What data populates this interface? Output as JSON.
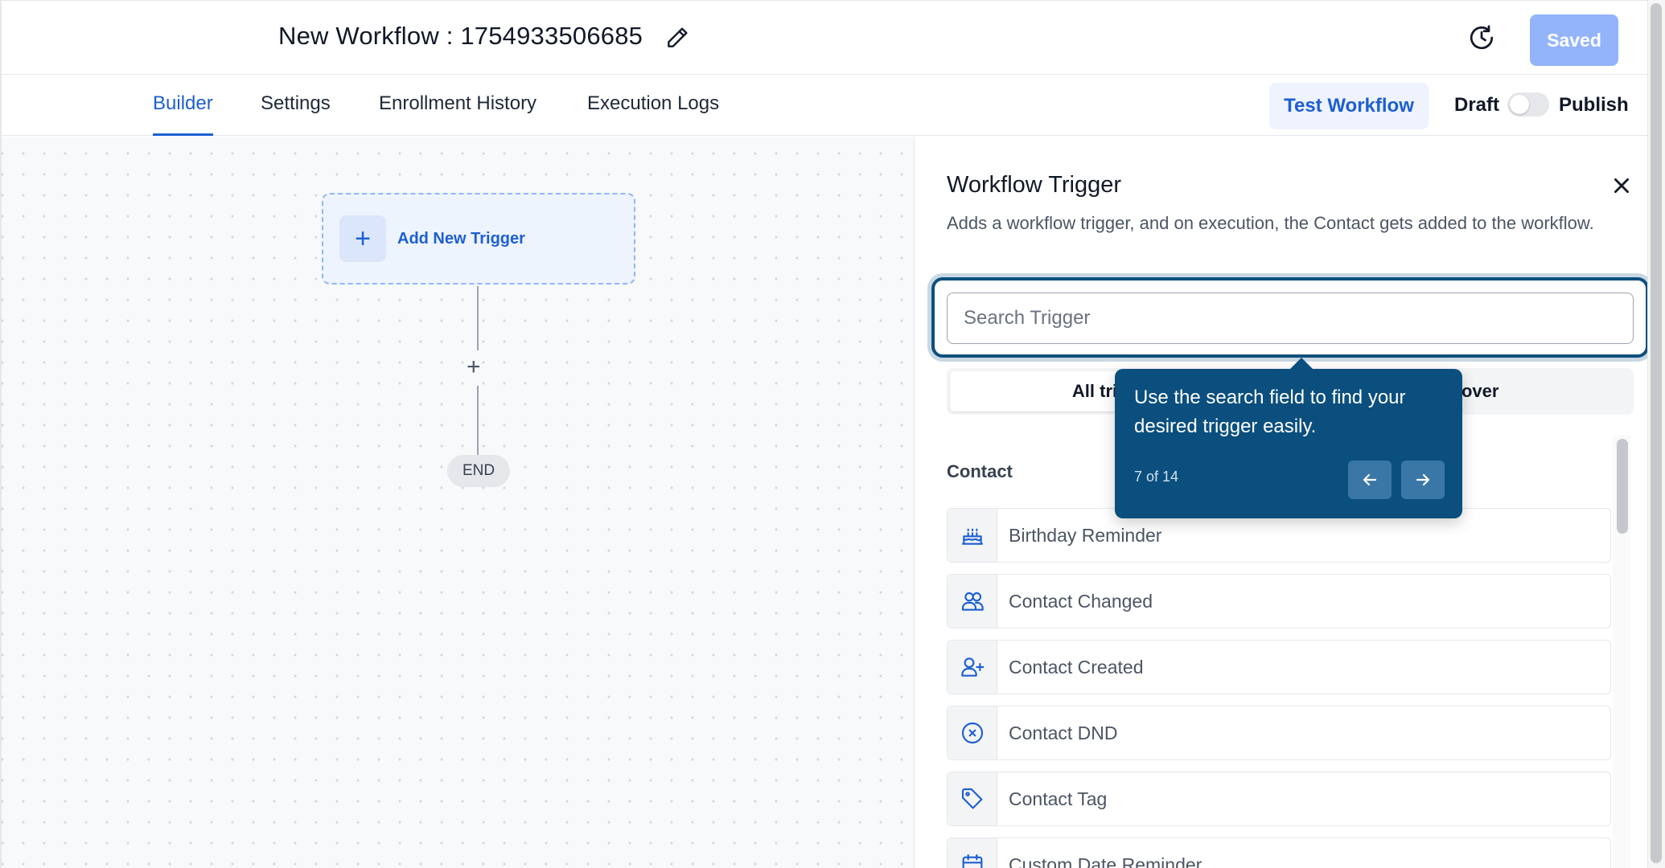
{
  "header": {
    "title": "New Workflow : 1754933506685",
    "saved_label": "Saved"
  },
  "tabs": [
    {
      "label": "Builder",
      "active": true
    },
    {
      "label": "Settings",
      "active": false
    },
    {
      "label": "Enrollment History",
      "active": false
    },
    {
      "label": "Execution Logs",
      "active": false
    }
  ],
  "toolbar": {
    "test_label": "Test Workflow",
    "draft_label": "Draft",
    "publish_label": "Publish",
    "published": false
  },
  "canvas": {
    "trigger_label": "Add New Trigger",
    "add_step_symbol": "+",
    "end_label": "END"
  },
  "panel": {
    "title": "Workflow Trigger",
    "description": "Adds a workflow trigger, and on execution, the Contact gets added to the workflow.",
    "search_placeholder": "Search Trigger",
    "search_value": "",
    "filter_all": "All triggers",
    "filter_discover": "Discover",
    "section": "Contact",
    "items": [
      {
        "label": "Birthday Reminder",
        "icon": "cake-icon"
      },
      {
        "label": "Contact Changed",
        "icon": "users-icon"
      },
      {
        "label": "Contact Created",
        "icon": "user-plus-icon"
      },
      {
        "label": "Contact DND",
        "icon": "x-circle-icon"
      },
      {
        "label": "Contact Tag",
        "icon": "tag-icon"
      },
      {
        "label": "Custom Date Reminder",
        "icon": "calendar-icon"
      }
    ]
  },
  "tooltip": {
    "text": "Use the search field to find your desired trigger easily.",
    "step": "7 of 14"
  },
  "colors": {
    "primary": "#1d5fd1",
    "tour": "#0b4f7e",
    "saved_button": "#93b4fb"
  }
}
